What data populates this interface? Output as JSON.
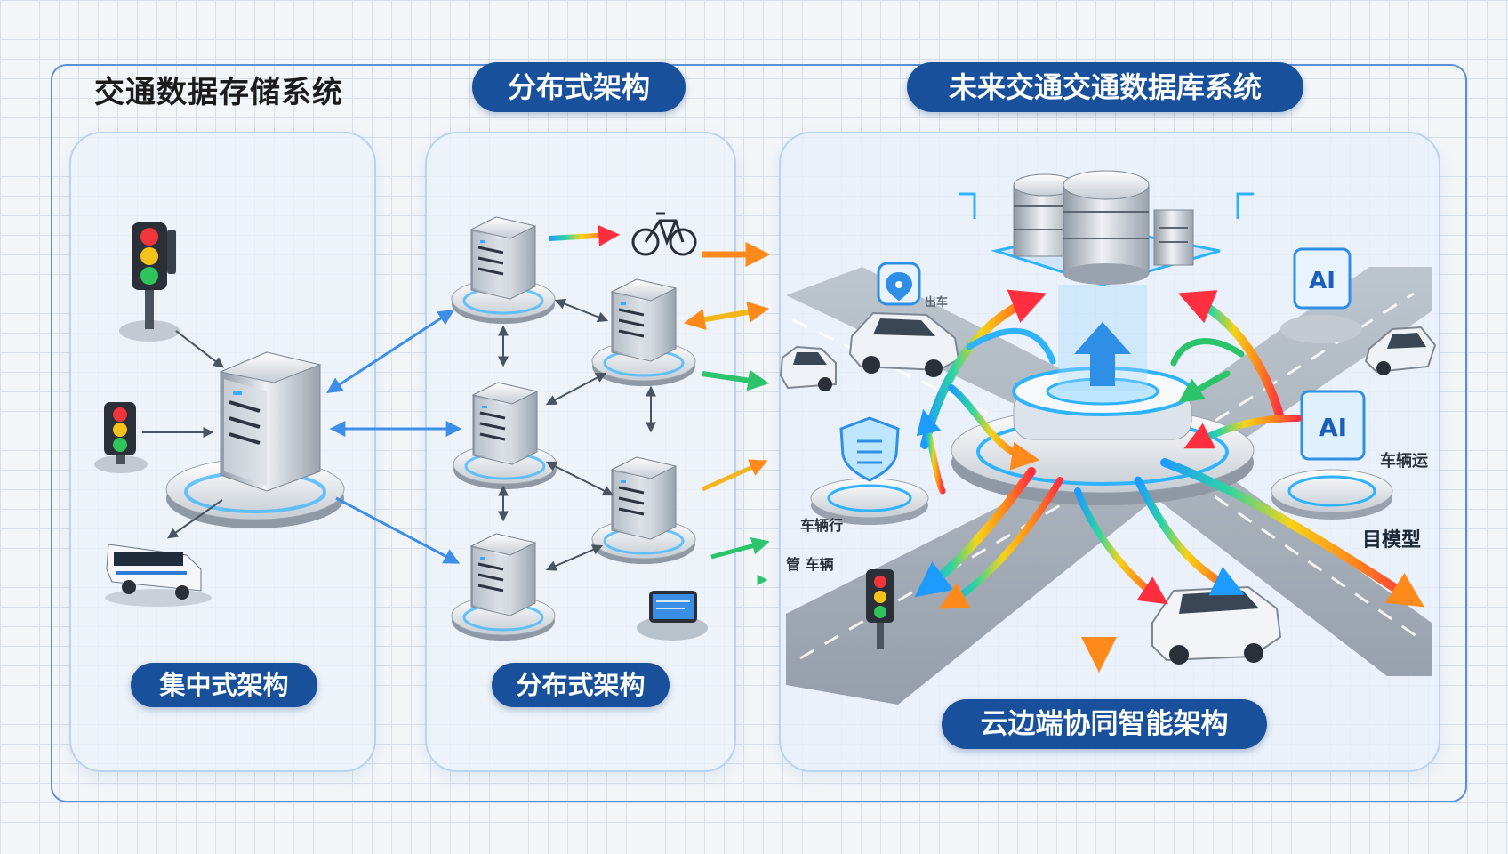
{
  "main_title": "交通数据存储系统",
  "section_headers": {
    "distributed": "分布式架构",
    "future": "未来交通交通数据库系统"
  },
  "section_footers": {
    "centralized": "集中式架构",
    "distributed": "分布式架构",
    "cloud_edge": "云边端协同智能架构"
  },
  "node_labels": {
    "ai_top": "AI",
    "ai_right": "AI",
    "road_sign_1": "出车",
    "left_text_1": "车辆行",
    "left_text_2": "管 车辆",
    "right_text_1": "车辆运",
    "right_text_2": "目模型"
  },
  "colors": {
    "pill_blue": "#19509b",
    "frame_blue": "#5b8fd6",
    "accent_cyan": "#2fb3ff"
  }
}
